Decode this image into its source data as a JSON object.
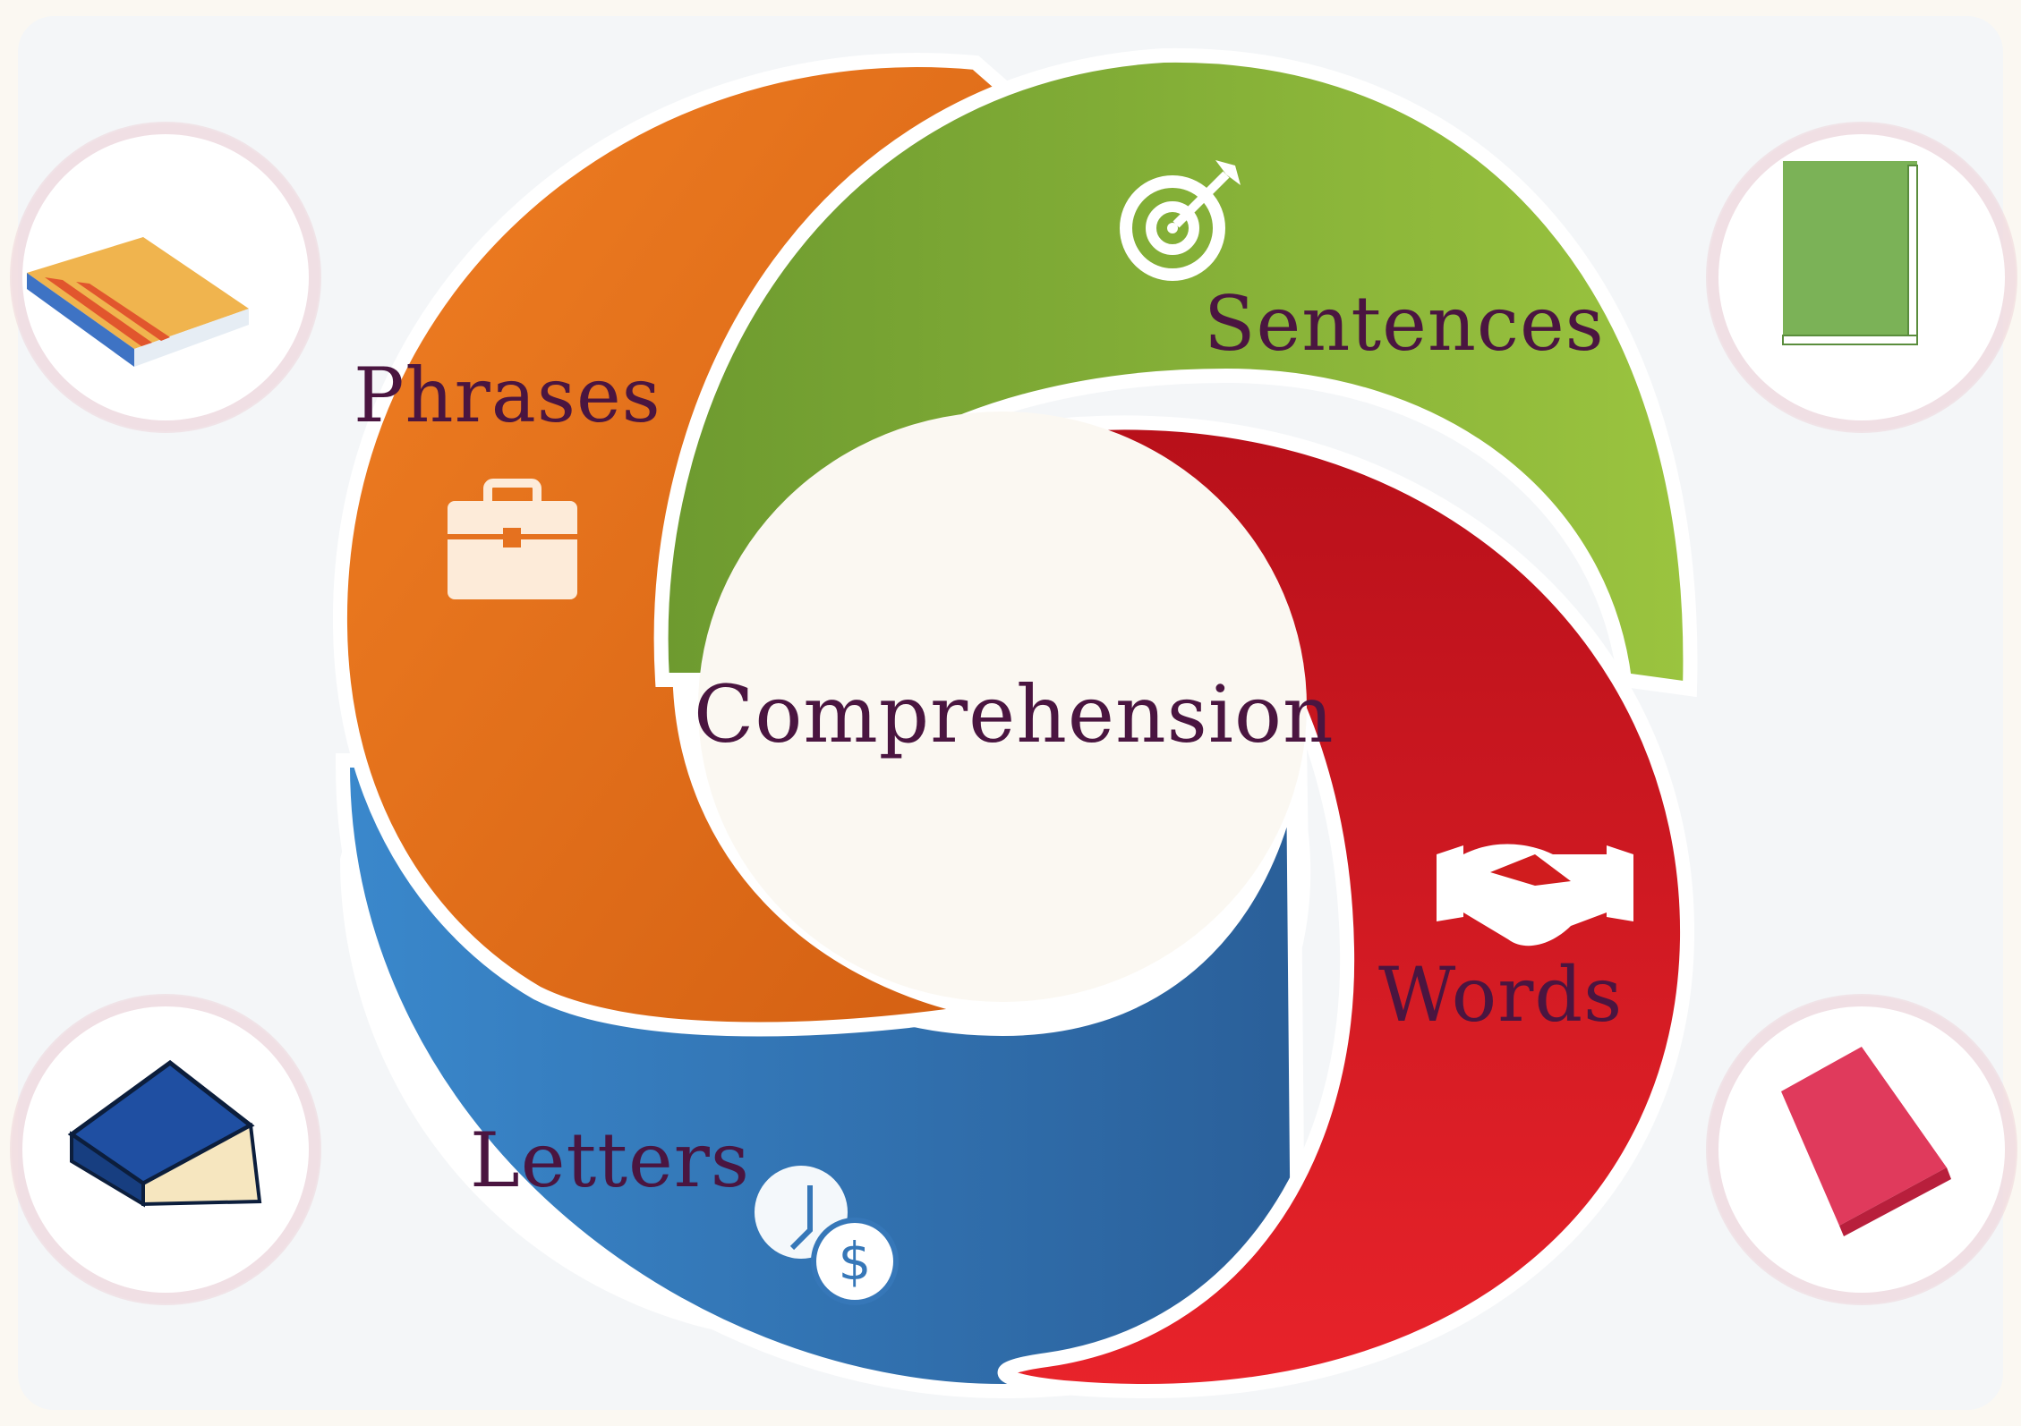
{
  "diagram": {
    "center": {
      "label": "Comprehension"
    },
    "segments": [
      {
        "id": "phrases",
        "label": "Phrases",
        "color": "#e5711f",
        "icon": "briefcase-icon"
      },
      {
        "id": "sentences",
        "label": "Sentences",
        "color": "#86b23a",
        "icon": "target-icon"
      },
      {
        "id": "words",
        "label": "Words",
        "color": "#d01c1e",
        "icon": "handshake-icon"
      },
      {
        "id": "letters",
        "label": "Letters",
        "color": "#3677b8",
        "icon": "coins-icon"
      }
    ],
    "decorations": [
      {
        "icon": "orange-book-icon",
        "color": "#f0b44e"
      },
      {
        "icon": "green-book-icon",
        "color": "#7bb257"
      },
      {
        "icon": "blue-book-icon",
        "color": "#1f4fa2"
      },
      {
        "icon": "red-book-icon",
        "color": "#e03a5c"
      }
    ],
    "text_color": "#4a1540",
    "background": "#fbf8f2"
  }
}
